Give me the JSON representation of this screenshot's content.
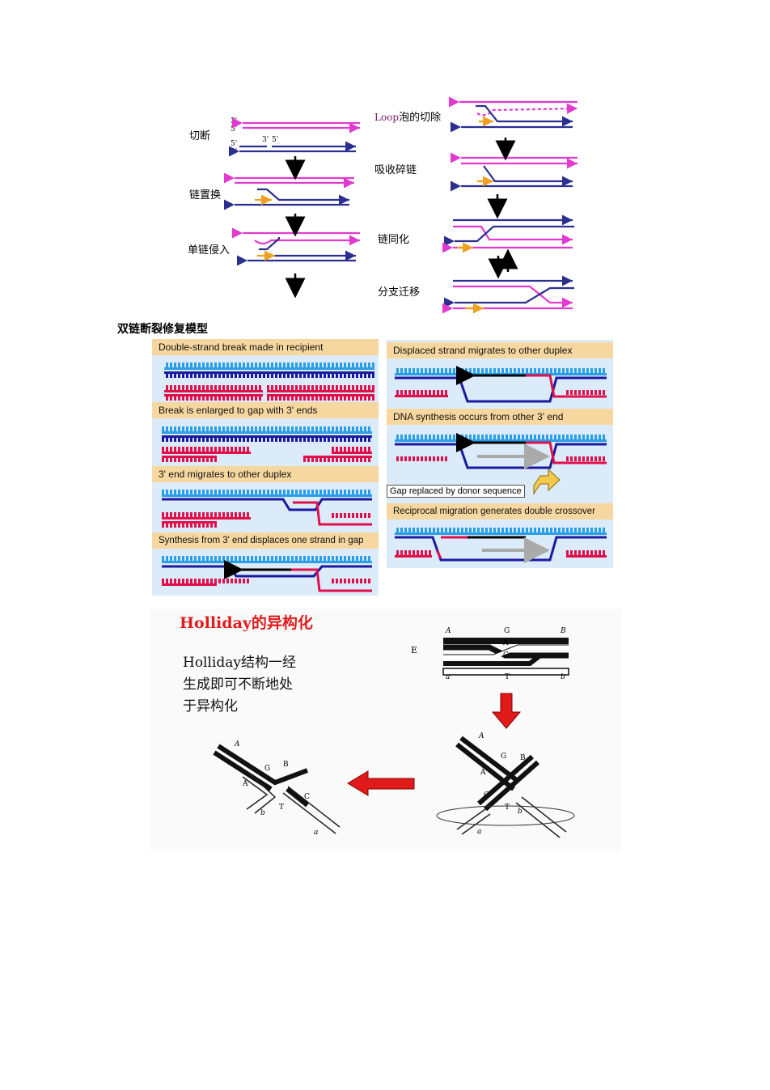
{
  "top_diagram": {
    "left_steps": [
      {
        "label": "切断"
      },
      {
        "label": "链置换"
      },
      {
        "label": "单链侵入"
      }
    ],
    "right_steps": [
      {
        "label_prefix": "Loop",
        "label": "泡的切除"
      },
      {
        "label": "吸收碎链"
      },
      {
        "label": "链同化"
      },
      {
        "label": "分支迁移"
      }
    ],
    "end_labels": {
      "three_prime": "3'",
      "five_prime": "5'"
    }
  },
  "section_title": "双链断裂修复模型",
  "repair_model": {
    "left_panels": [
      "Double-strand break made in recipient",
      "Break is enlarged to gap with 3' ends",
      "3' end migrates to other duplex",
      "Synthesis from 3' end displaces one strand in gap"
    ],
    "right_panels": [
      "Displaced strand migrates to other duplex",
      "DNA synthesis occurs from other 3' end",
      "Gap replaced by donor sequence",
      "Reciprocal migration generates double crossover"
    ]
  },
  "holliday": {
    "title": "Holliday的异构化",
    "desc_lines": [
      "Holliday结构一经",
      "生成即可不断地处",
      "于异构化"
    ],
    "panel_label": "E",
    "letters": {
      "A": "A",
      "G": "G",
      "B": "B",
      "C": "C",
      "T": "T",
      "a": "a",
      "b": "b"
    }
  },
  "colors": {
    "magenta": "#e23ad0",
    "navy": "#2b2f8f",
    "orange": "#f0a020",
    "cyan": "#2a9fe8",
    "blue": "#1a1aa0",
    "red": "#e0104a",
    "arrow_red": "#e01a1a"
  }
}
